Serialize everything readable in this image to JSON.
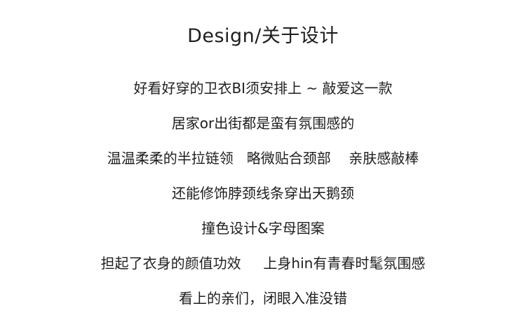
{
  "title": "Design/关于设计",
  "lines": [
    "好看好穿的卫衣BI须安排上 ~ 敲爱这一款",
    "居家or出街都是蛮有氛围感的",
    "温温柔柔的半拉链领   略微贴合颈部    亲肤感敲棒",
    "还能修饰脖颈线条穿出天鹅颈",
    "撞色设计&字母图案",
    "担起了衣身的颜值功效     上身hin有青春时髦氛围感",
    "看上的亲们，闭眼入准没错"
  ]
}
